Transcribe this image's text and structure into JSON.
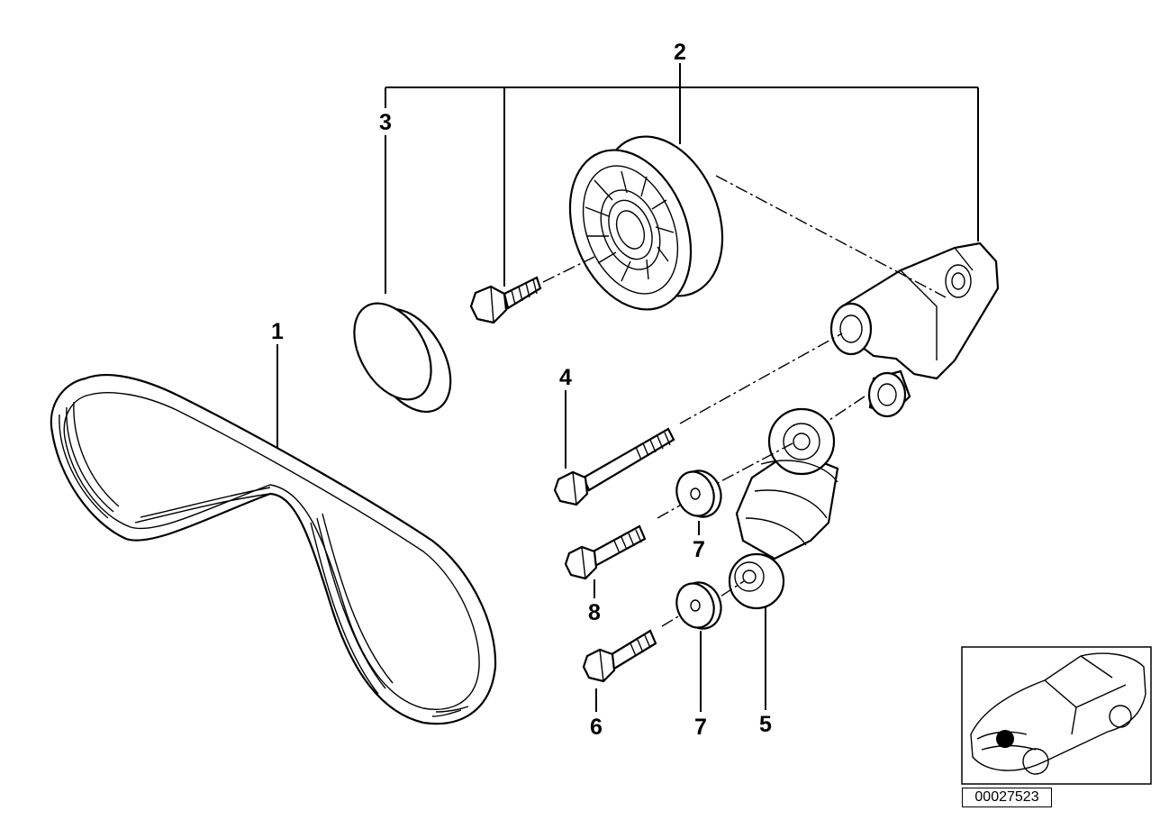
{
  "diagram": {
    "callouts": [
      {
        "id": "1",
        "label": "1"
      },
      {
        "id": "2",
        "label": "2"
      },
      {
        "id": "3",
        "label": "3"
      },
      {
        "id": "4",
        "label": "4"
      },
      {
        "id": "5",
        "label": "5"
      },
      {
        "id": "6",
        "label": "6"
      },
      {
        "id": "7a",
        "label": "7"
      },
      {
        "id": "7b",
        "label": "7"
      },
      {
        "id": "8",
        "label": "8"
      }
    ],
    "reference_number": "00027523",
    "colors": {
      "line": "#000000",
      "background": "#ffffff",
      "marker": "#000000"
    }
  }
}
